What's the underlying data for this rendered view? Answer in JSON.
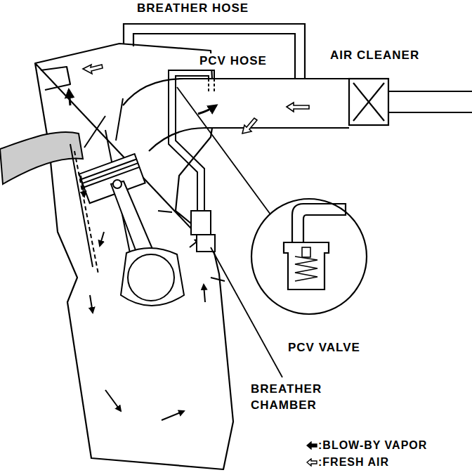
{
  "diagram": {
    "labels": [
      "BREATHER HOSE",
      "PCV HOSE",
      "AIR CLEANER",
      "PCV VALVE",
      "BREATHER CHAMBER"
    ],
    "legend": [
      {
        "text": ":BLOW-BY VAPOR"
      },
      {
        "text": ":FRESH AIR"
      }
    ]
  }
}
